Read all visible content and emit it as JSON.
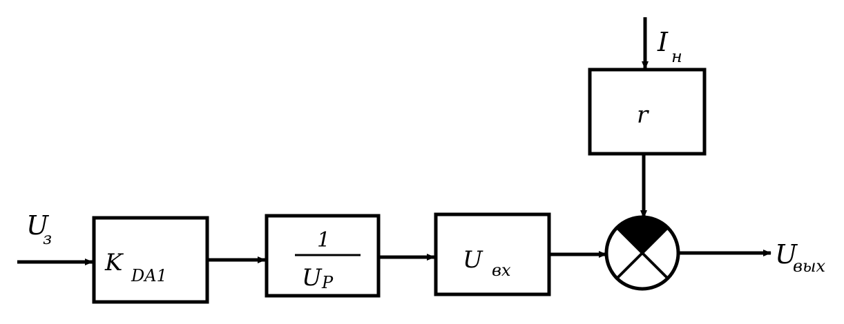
{
  "diagram": {
    "input_signal": {
      "main": "U",
      "sub": "з"
    },
    "block_kda1": {
      "main": "K",
      "sub": "DA1"
    },
    "block_inverse": {
      "numerator": "1",
      "den_main": "U",
      "den_sub": "P"
    },
    "block_uvx": {
      "main": "U",
      "sub": "вх"
    },
    "block_r": {
      "symbol": "r"
    },
    "load_current": {
      "main": "I",
      "sub": "н"
    },
    "output_signal": {
      "main": "U",
      "sub": "вых"
    }
  }
}
